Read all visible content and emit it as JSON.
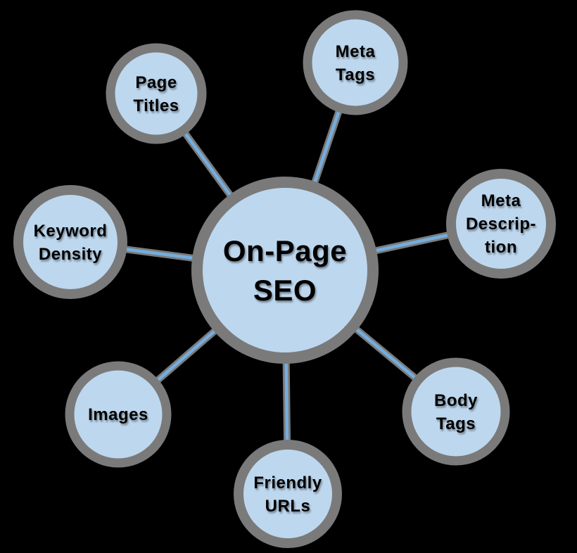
{
  "diagram": {
    "type": "radial-mind-map",
    "topic": "On-Page SEO",
    "colors": {
      "background": "#000000",
      "bubble_fill": "#bdd7ee",
      "bubble_ring": "#7a7a7a",
      "connector_outline": "#7a7a7a",
      "connector_core": "#74addf",
      "text": "#000000"
    },
    "center": {
      "label": "On-Page SEO",
      "lines": [
        "On-Page",
        "SEO"
      ]
    },
    "nodes": [
      {
        "label": "Page Titles",
        "lines": [
          "Page",
          "Titles"
        ]
      },
      {
        "label": "Meta Tags",
        "lines": [
          "Meta",
          "Tags"
        ]
      },
      {
        "label": "Meta Description",
        "lines": [
          "Meta",
          "Descrip-",
          "tion"
        ]
      },
      {
        "label": "Keyword Density",
        "lines": [
          "Keyword",
          "Density"
        ]
      },
      {
        "label": "Images",
        "lines": [
          "Images"
        ]
      },
      {
        "label": "Friendly URLs",
        "lines": [
          "Friendly",
          "URLs"
        ]
      },
      {
        "label": "Body Tags",
        "lines": [
          "Body",
          "Tags"
        ]
      }
    ]
  }
}
